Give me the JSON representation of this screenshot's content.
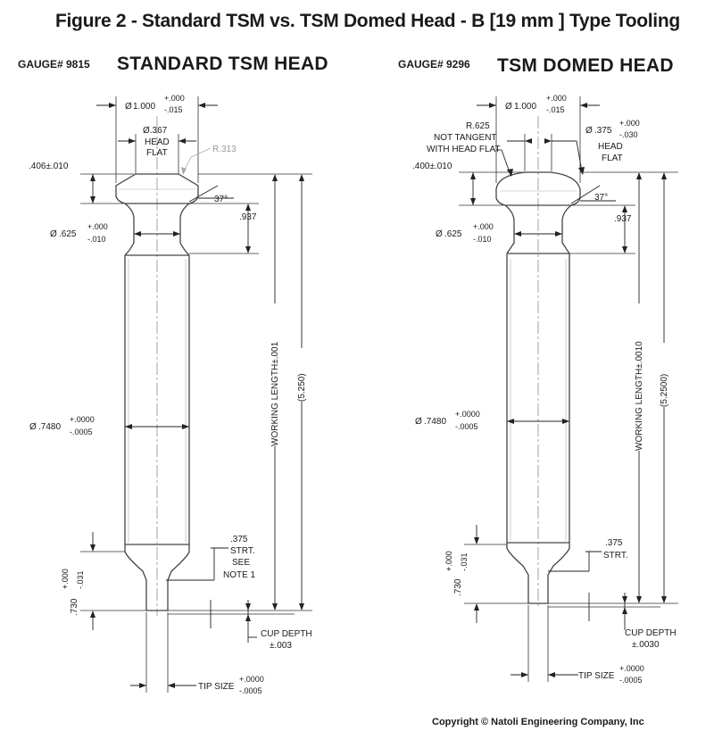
{
  "title": "Figure 2 - Standard TSM vs. TSM Domed Head - B [19 mm ] Type Tooling",
  "copyright": "Copyright © Natoli Engineering Company, Inc",
  "left": {
    "gauge": "GAUGE# 9815",
    "heading": "STANDARD TSM HEAD",
    "head_dia": "1.000",
    "head_dia_tol_upper": "+.000",
    "head_dia_tol_lower": "-.015",
    "head_flat_dia": "Ø.367",
    "head_flat_line1": "HEAD",
    "head_flat_line2": "FLAT",
    "radius": "R.313",
    "head_thickness": ".406±.010",
    "angle": "37°",
    "neck_length": ".937",
    "neck_dia": ".625",
    "neck_dia_tol_upper": "+.000",
    "neck_dia_tol_lower": "-.010",
    "barrel_dia": ".7480",
    "barrel_dia_tol_upper": "+.0000",
    "barrel_dia_tol_lower": "-.0005",
    "working_length": "WORKING LENGTH±.001",
    "overall_length": "(5.250)",
    "tip_length": ".730",
    "tip_length_tol_upper": "+.000",
    "tip_length_tol_lower": "-.031",
    "straight_line1": ".375",
    "straight_line2": "STRT.",
    "straight_line3": "SEE",
    "straight_line4": "NOTE 1",
    "cup_depth_line1": "CUP DEPTH",
    "cup_depth_line2": "±.003",
    "tip_size_label": "TIP SIZE",
    "tip_size_tol_upper": "+.0000",
    "tip_size_tol_lower": "-.0005"
  },
  "right": {
    "gauge": "GAUGE# 9296",
    "heading": "TSM DOMED HEAD",
    "head_dia": "1.000",
    "head_dia_tol_upper": "+.000",
    "head_dia_tol_lower": "-.015",
    "radius_line1": "R.625",
    "radius_line2": "NOT TANGENT",
    "radius_line3": "WITH HEAD FLAT",
    "flat_dia": ".375",
    "flat_dia_tol_upper": "+.000",
    "flat_dia_tol_lower": "-.030",
    "head_flat_line1": "HEAD",
    "head_flat_line2": "FLAT",
    "head_thickness": ".400±.010",
    "angle": "37°",
    "neck_length": ".937",
    "neck_dia": ".625",
    "neck_dia_tol_upper": "+.000",
    "neck_dia_tol_lower": "-.010",
    "barrel_dia": ".7480",
    "barrel_dia_tol_upper": "+.0000",
    "barrel_dia_tol_lower": "-.0005",
    "working_length": "WORKING LENGTH±.0010",
    "overall_length": "(5.2500)",
    "tip_length": ".730",
    "tip_length_tol_upper": "+.000",
    "tip_length_tol_lower": "-.031",
    "straight_line1": ".375",
    "straight_line2": "STRT.",
    "cup_depth_line1": "CUP DEPTH",
    "cup_depth_line2": "±.0030",
    "tip_size_label": "TIP SIZE",
    "tip_size_tol_upper": "+.0000",
    "tip_size_tol_lower": "-.0005"
  },
  "symbols": {
    "diameter": "Ø"
  }
}
